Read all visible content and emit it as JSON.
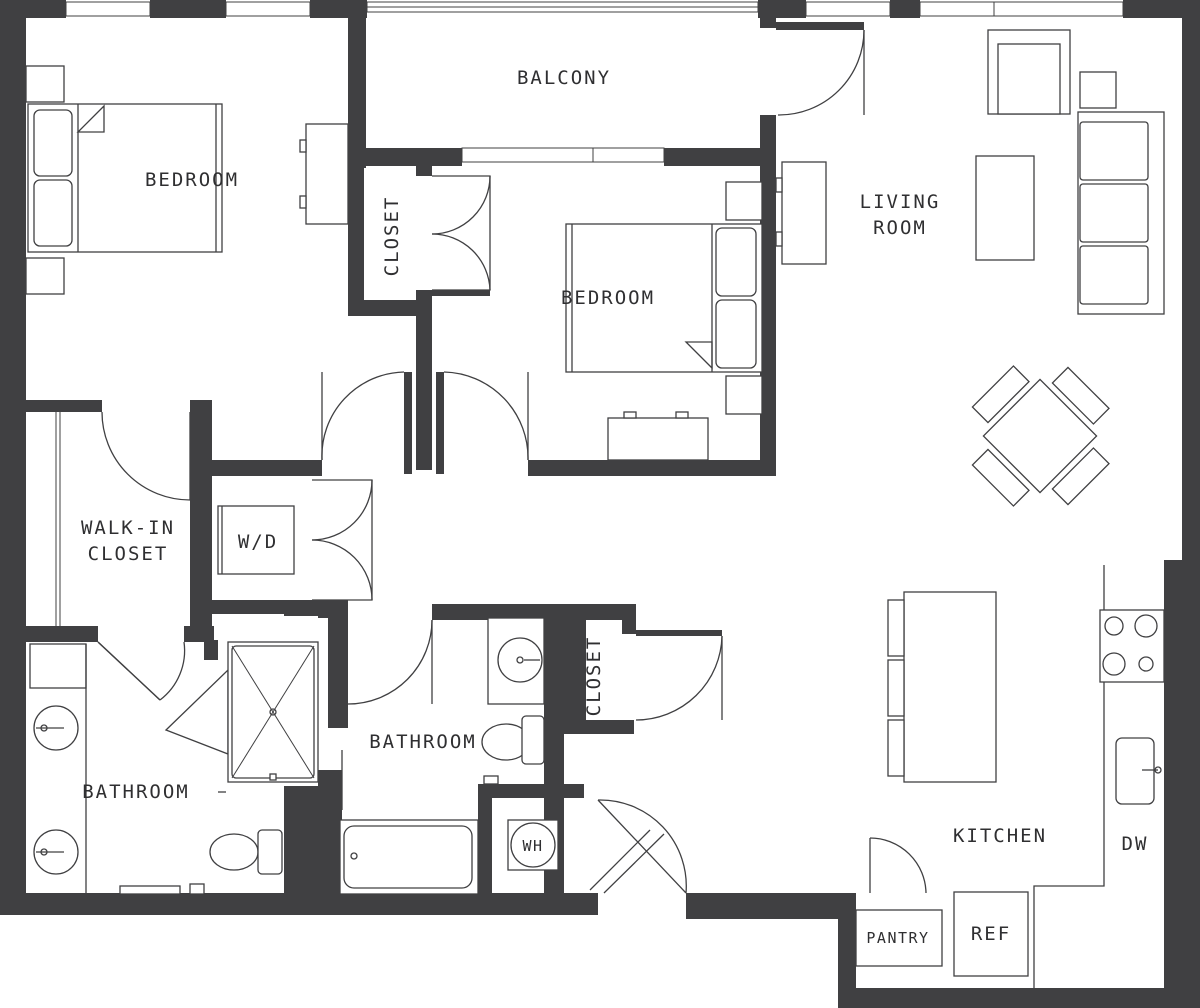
{
  "rooms": {
    "balcony": "BALCONY",
    "bedroom_1": "BEDROOM",
    "bedroom_2": "BEDROOM",
    "closet_1": "CLOSET",
    "closet_2": "CLOSET",
    "living_room_line1": "LIVING",
    "living_room_line2": "ROOM",
    "walk_in_closet_line1": "WALK-IN",
    "walk_in_closet_line2": "CLOSET",
    "washer_dryer": "W/D",
    "bathroom_1": "BATHROOM",
    "bathroom_2": "BATHROOM",
    "water_heater": "WH",
    "kitchen": "KITCHEN",
    "dishwasher": "DW",
    "pantry": "PANTRY",
    "refrigerator": "REF"
  },
  "colors": {
    "wall": "#404042",
    "line": "#404042",
    "background": "#ffffff"
  }
}
